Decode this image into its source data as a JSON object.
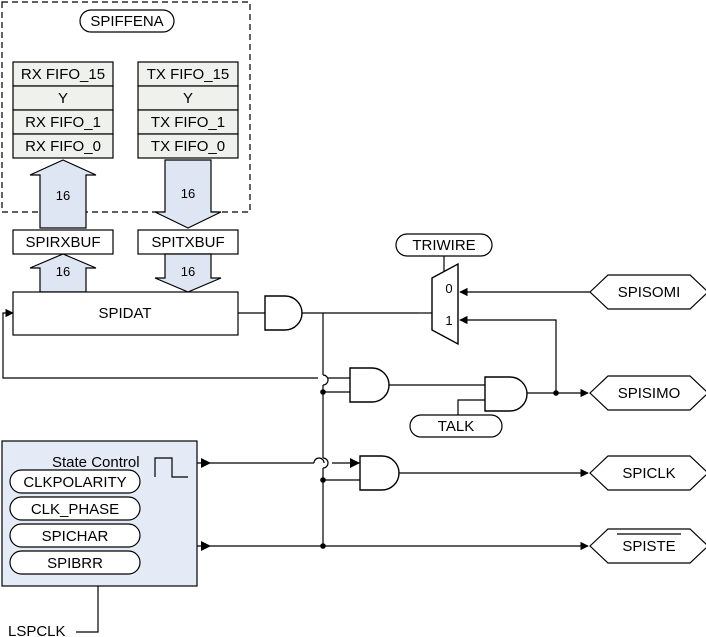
{
  "labels": {
    "spiffena": "SPIFFENA",
    "rx_fifo": [
      "RX FIFO_15",
      "Y",
      "RX FIFO_1",
      "RX FIFO_0"
    ],
    "tx_fifo": [
      "TX FIFO_15",
      "Y",
      "TX FIFO_1",
      "TX FIFO_0"
    ],
    "bus_width": "16",
    "spirxbuf": "SPIRXBUF",
    "spitxbuf": "SPITXBUF",
    "spidat": "SPIDAT",
    "triwire": "TRIWIRE",
    "mux_in0": "0",
    "mux_in1": "1",
    "talk": "TALK",
    "state_control": "State Control",
    "state_regs": [
      "CLKPOLARITY",
      "CLK_PHASE",
      "SPICHAR",
      "SPIBRR"
    ],
    "lspclk": "LSPCLK",
    "pins": {
      "spisomi": "SPISOMI",
      "spisimo": "SPISIMO",
      "spiclk": "SPICLK",
      "spiste": "SPISTE"
    }
  },
  "colors": {
    "fifo_fill": "#eef1ec",
    "arrow_fill": "#dde6f2",
    "state_fill": "#e4ebf6"
  }
}
